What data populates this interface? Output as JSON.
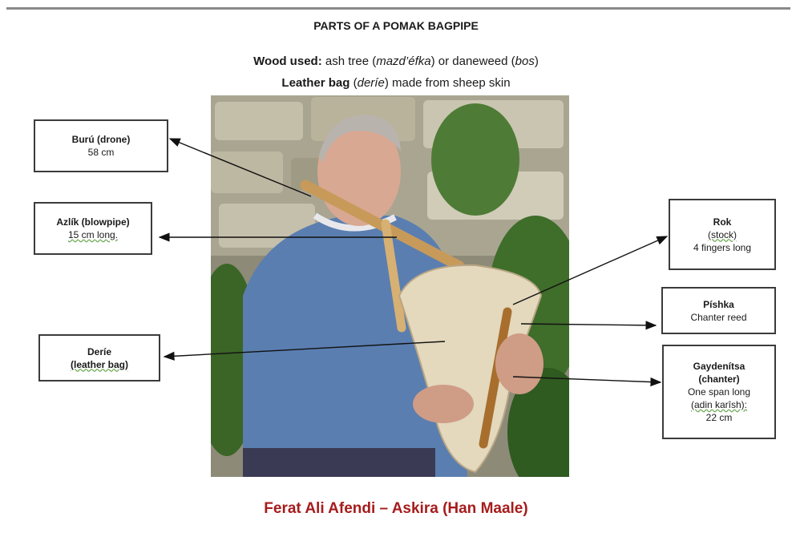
{
  "title": "PARTS OF A POMAK BAGPIPE",
  "wood": {
    "label": "Wood used:",
    "text1": " ash tree (",
    "term1": "mazd’éfka",
    "text2": ") or daneweed (",
    "term2": "bos",
    "text3": ")"
  },
  "leather": {
    "label": "Leather bag",
    "text1": " (",
    "term1": "deríe",
    "text2": ") made from sheep skin"
  },
  "parts": {
    "buru": {
      "name": "Burú (drone)",
      "detail": "58 cm"
    },
    "azlik": {
      "name": "Azlík (blowpipe)",
      "detail": "15 cm long."
    },
    "derie": {
      "name": "Deríe",
      "detail": "(leather bag)"
    },
    "rok": {
      "name": "Rok",
      "detail1": "(stock)",
      "detail2": "4 fingers long"
    },
    "pishka": {
      "name": "Píshka",
      "detail": "Chanter reed"
    },
    "gaydenitsa": {
      "name": "Gaydenítsa",
      "name2": "(chanter)",
      "detail1": "One span long",
      "detail2": "(adin karîsh):",
      "detail3": "22 cm"
    }
  },
  "caption": "Ferat Ali Afendi – Askira (Han Maale)",
  "colors": {
    "caption": "#a61c1c",
    "rule": "#8a8a8a",
    "box_border": "#3b3b3b"
  }
}
